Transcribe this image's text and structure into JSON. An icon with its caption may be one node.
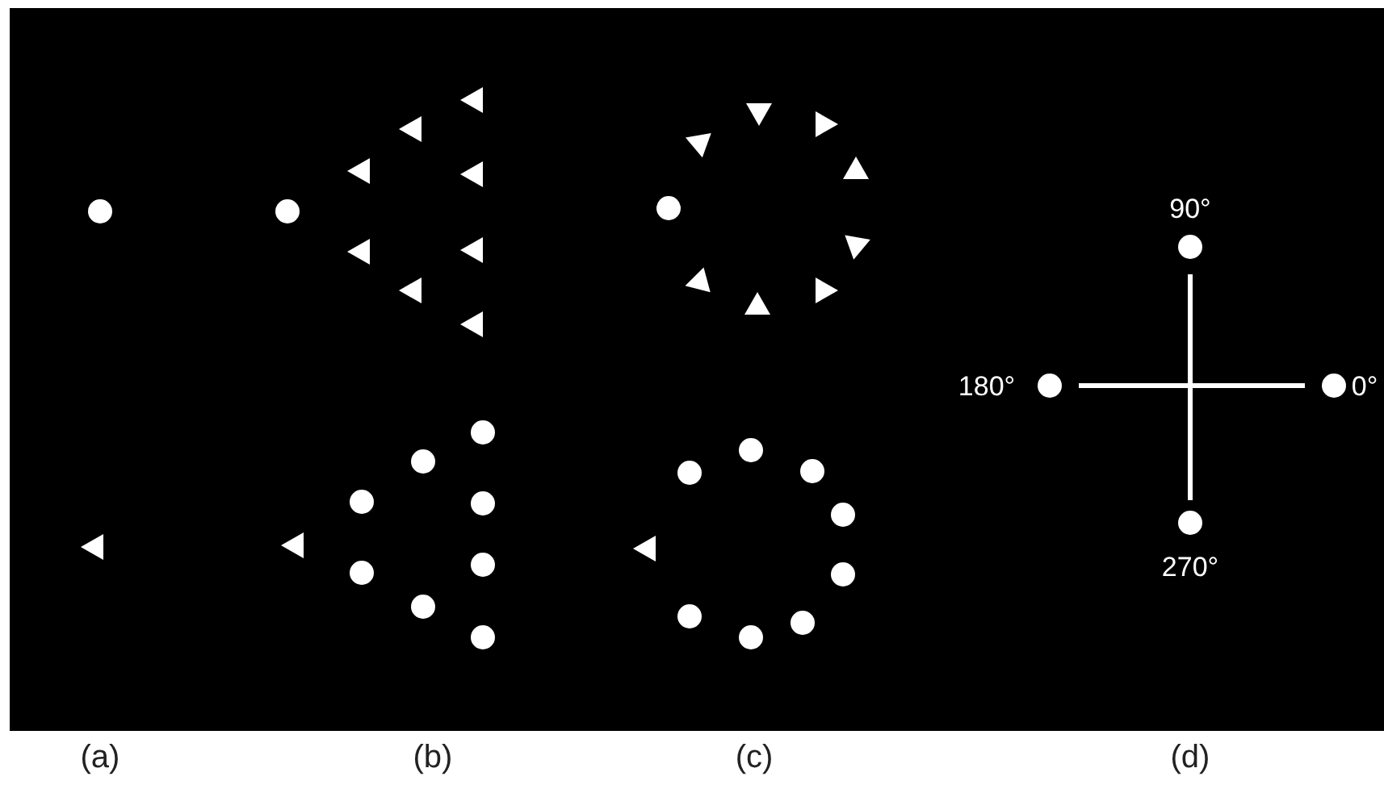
{
  "diagram": {
    "labels": [
      "90°",
      "180°",
      "0°",
      "270°",
      "(a)",
      "(b)",
      "(c)",
      "(d)"
    ]
  }
}
